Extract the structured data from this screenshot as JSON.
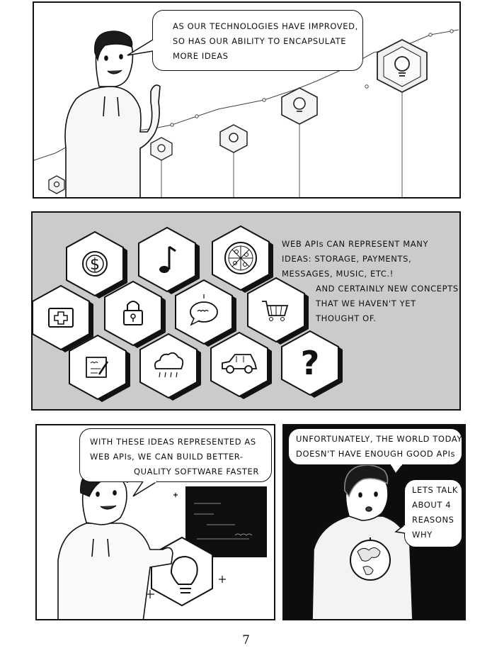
{
  "panel1": {
    "bubble_lines": [
      "AS OUR TECHNOLOGIES HAVE IMPROVED,",
      "SO HAS OUR ABILITY TO ENCAPSULATE",
      "MORE IDEAS"
    ]
  },
  "panel2": {
    "caption_lines_a": [
      "WEB APIs CAN REPRESENT MANY",
      "IDEAS: STORAGE, PAYMENTS,",
      "MESSAGES, MUSIC, ETC.!"
    ],
    "caption_lines_b": [
      "AND CERTAINLY NEW CONCEPTS",
      "THAT WE HAVEN'T YET",
      "THOUGHT OF."
    ],
    "hex_icons": [
      "dollar-icon",
      "music-note-icon",
      "pizza-icon",
      "first-aid-icon",
      "padlock-icon",
      "chat-bubble-icon",
      "shopping-cart-icon",
      "scroll-icon",
      "rain-cloud-icon",
      "car-icon",
      "question-mark-icon"
    ],
    "question_glyph": "?",
    "dollar_glyph": "$",
    "note_glyph": "♪",
    "background_color": "#c9cccb"
  },
  "panel3": {
    "bubble_lines": [
      "WITH THESE IDEAS REPRESENTED AS",
      "WEB APIs, WE CAN BUILD BETTER-",
      "QUALITY SOFTWARE FASTER"
    ]
  },
  "panel4": {
    "bubble1_lines": [
      "UNFORTUNATELY, THE WORLD TODAY",
      "DOESN'T HAVE ENOUGH GOOD APIs"
    ],
    "bubble2_lines": [
      "LETS TALK",
      "ABOUT 4",
      "REASONS",
      "WHY"
    ],
    "background_color": "#0d0d0d"
  },
  "page_number": "7"
}
